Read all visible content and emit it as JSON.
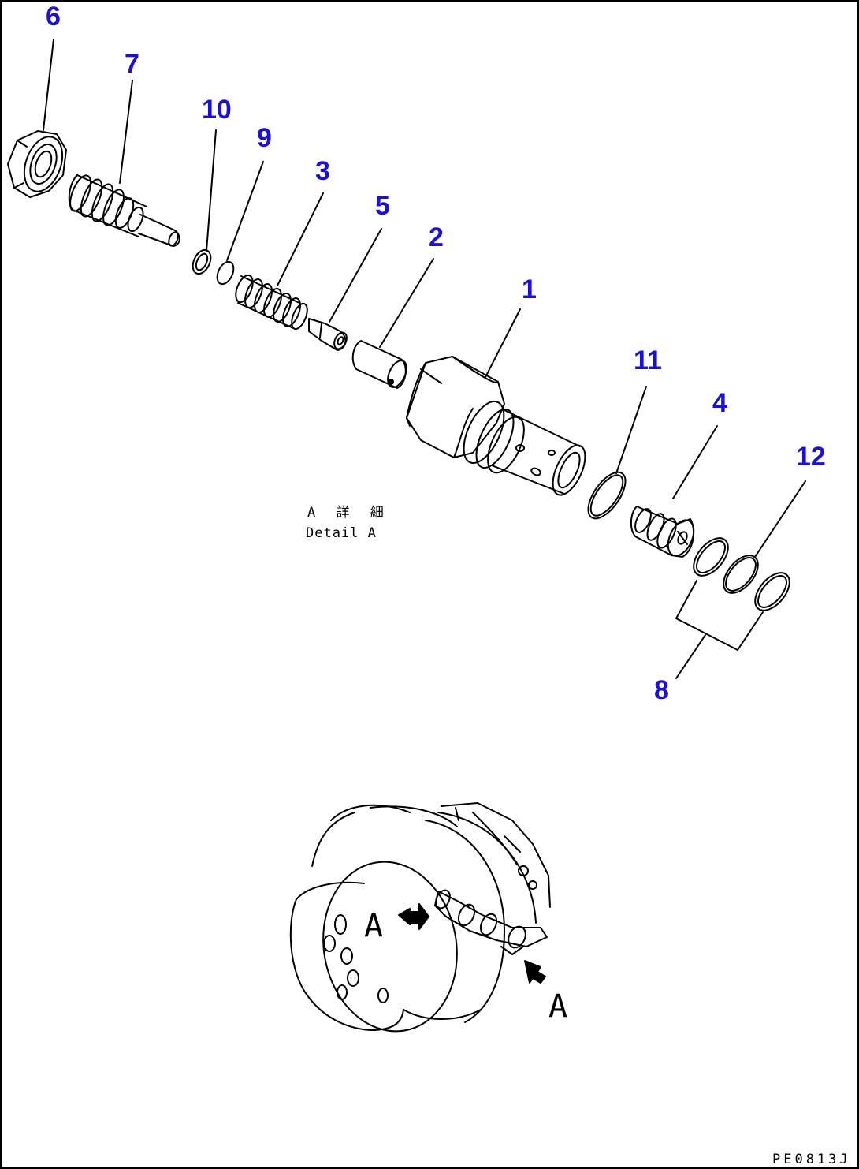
{
  "callouts": {
    "c1": "1",
    "c2": "2",
    "c3": "3",
    "c4": "4",
    "c5": "5",
    "c6": "6",
    "c7": "7",
    "c8": "8",
    "c9": "9",
    "c10": "10",
    "c11": "11",
    "c12": "12"
  },
  "caption": {
    "jp": "A 詳 細",
    "en": "Detail A"
  },
  "view_labels": {
    "a1": "A",
    "a2": "A"
  },
  "drawing_code": "PE0813J",
  "colors": {
    "callout": "#1a10d8",
    "line": "#000000",
    "background": "#ffffff"
  }
}
